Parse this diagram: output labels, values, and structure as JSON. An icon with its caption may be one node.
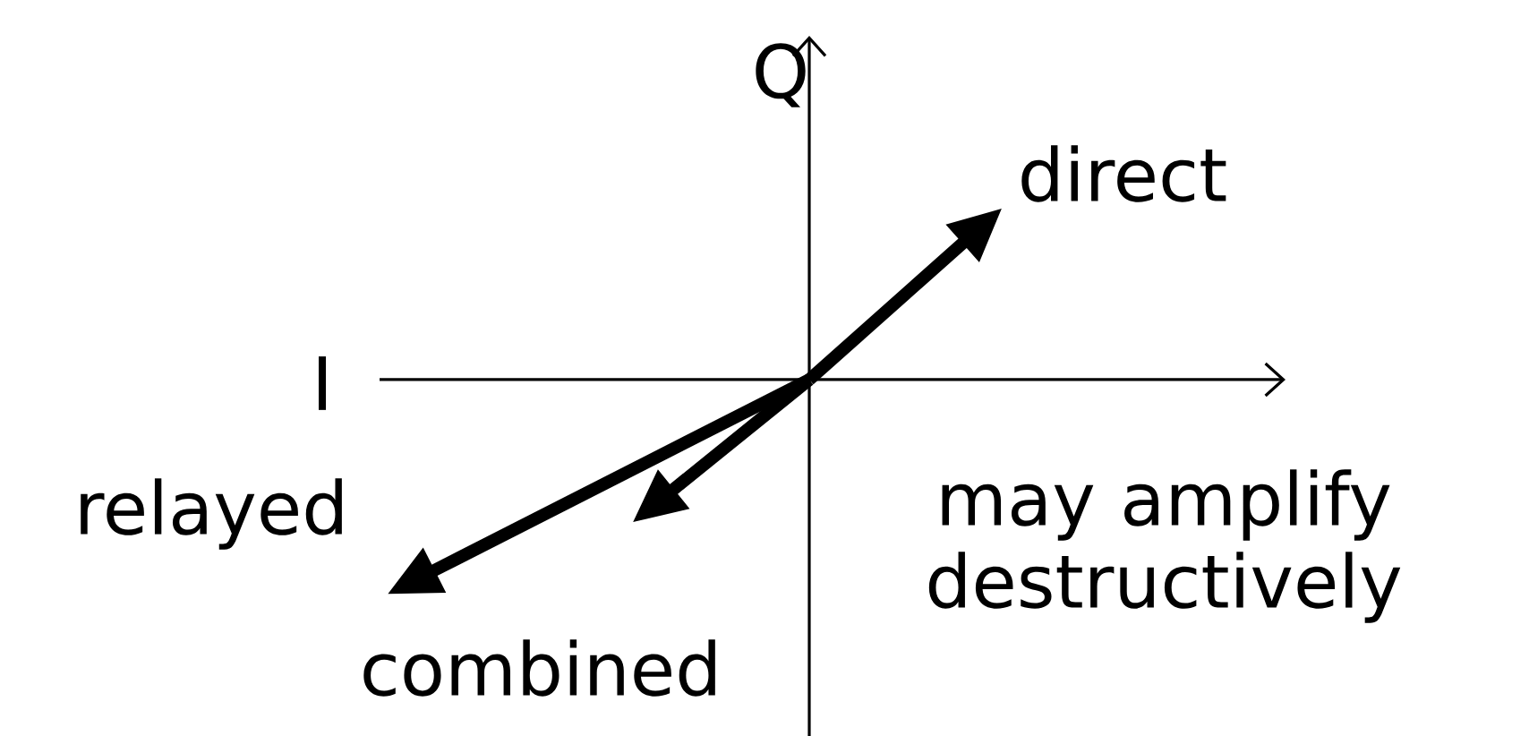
{
  "diagram": {
    "labels": [
      "Q",
      "I",
      "direct",
      "relayed",
      "combined",
      "may amplify destructively"
    ]
  }
}
